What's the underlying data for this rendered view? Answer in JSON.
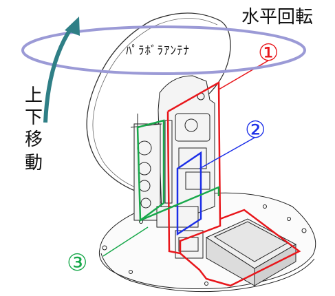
{
  "labels": {
    "horizontal_rotation": "水平回転",
    "parabola_antenna": "ﾊﾟﾗﾎﾞﾗｱﾝﾃﾅ",
    "vertical_move_chars": [
      "上",
      "下",
      "移",
      "動"
    ]
  },
  "callouts": [
    {
      "id": "1",
      "text": "①",
      "color": "#e8161b"
    },
    {
      "id": "2",
      "text": "②",
      "color": "#1b2ee8"
    },
    {
      "id": "3",
      "text": "③",
      "color": "#17a84a"
    }
  ],
  "colors": {
    "rotation_ellipse": "#9b9ad6",
    "vertical_arrow": "#2f7f86",
    "line": "#222222"
  }
}
